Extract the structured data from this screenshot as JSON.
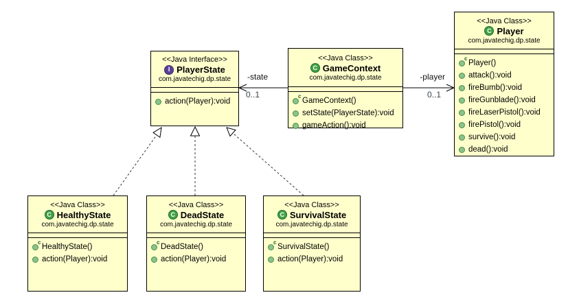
{
  "diagram": {
    "icon_config": {
      "constructor_sup": "c",
      "class_icon_letter": "C",
      "interface_icon_letter": "I"
    },
    "colors": {
      "box_fill": "#FFFFCC",
      "box_border": "#000000",
      "class_icon_fill": "#41A046",
      "interface_icon_fill": "#5C4099",
      "method_icon_fill": "#8CC28C",
      "multiplicity_text": "#37474F"
    },
    "classes": [
      {
        "id": "PlayerState",
        "stereotype": "<<Java Interface>>",
        "kind": "interface",
        "icon_letter": "I",
        "name": "PlayerState",
        "package": "com.javatechig.dp.state",
        "methods": [
          {
            "kind": "method",
            "label": "action(Player):void"
          }
        ]
      },
      {
        "id": "GameContext",
        "stereotype": "<<Java Class>>",
        "kind": "class",
        "icon_letter": "C",
        "name": "GameContext",
        "package": "com.javatechig.dp.state",
        "methods": [
          {
            "kind": "constructor",
            "label": "GameContext()"
          },
          {
            "kind": "method",
            "label": "setState(PlayerState):void"
          },
          {
            "kind": "method",
            "label": "gameAction():void"
          }
        ]
      },
      {
        "id": "Player",
        "stereotype": "<<Java Class>>",
        "kind": "class",
        "icon_letter": "C",
        "name": "Player",
        "package": "com.javatechig.dp.state",
        "methods": [
          {
            "kind": "constructor",
            "label": "Player()"
          },
          {
            "kind": "method",
            "label": "attack():void"
          },
          {
            "kind": "method",
            "label": "fireBumb():void"
          },
          {
            "kind": "method",
            "label": "fireGunblade():void"
          },
          {
            "kind": "method",
            "label": "fireLaserPistol():void"
          },
          {
            "kind": "method",
            "label": "firePistol():void"
          },
          {
            "kind": "method",
            "label": "survive():void"
          },
          {
            "kind": "method",
            "label": "dead():void"
          }
        ]
      },
      {
        "id": "HealthyState",
        "stereotype": "<<Java Class>>",
        "kind": "class",
        "icon_letter": "C",
        "name": "HealthyState",
        "package": "com.javatechig.dp.state",
        "methods": [
          {
            "kind": "constructor",
            "label": "HealthyState()"
          },
          {
            "kind": "method",
            "label": "action(Player):void"
          }
        ]
      },
      {
        "id": "DeadState",
        "stereotype": "<<Java Class>>",
        "kind": "class",
        "icon_letter": "C",
        "name": "DeadState",
        "package": "com.javatechig.dp.state",
        "methods": [
          {
            "kind": "constructor",
            "label": "DeadState()"
          },
          {
            "kind": "method",
            "label": "action(Player):void"
          }
        ]
      },
      {
        "id": "SurvivalState",
        "stereotype": "<<Java Class>>",
        "kind": "class",
        "icon_letter": "C",
        "name": "SurvivalState",
        "package": "com.javatechig.dp.state",
        "methods": [
          {
            "kind": "constructor",
            "label": "SurvivalState()"
          },
          {
            "kind": "method",
            "label": "action(Player):void"
          }
        ]
      }
    ],
    "associations": [
      {
        "from": "GameContext",
        "to": "PlayerState",
        "name": "-state",
        "multiplicity": "0..1"
      },
      {
        "from": "GameContext",
        "to": "Player",
        "name": "-player",
        "multiplicity": "0..1"
      }
    ],
    "realizations": [
      {
        "from": "HealthyState",
        "to": "PlayerState"
      },
      {
        "from": "DeadState",
        "to": "PlayerState"
      },
      {
        "from": "SurvivalState",
        "to": "PlayerState"
      }
    ]
  }
}
